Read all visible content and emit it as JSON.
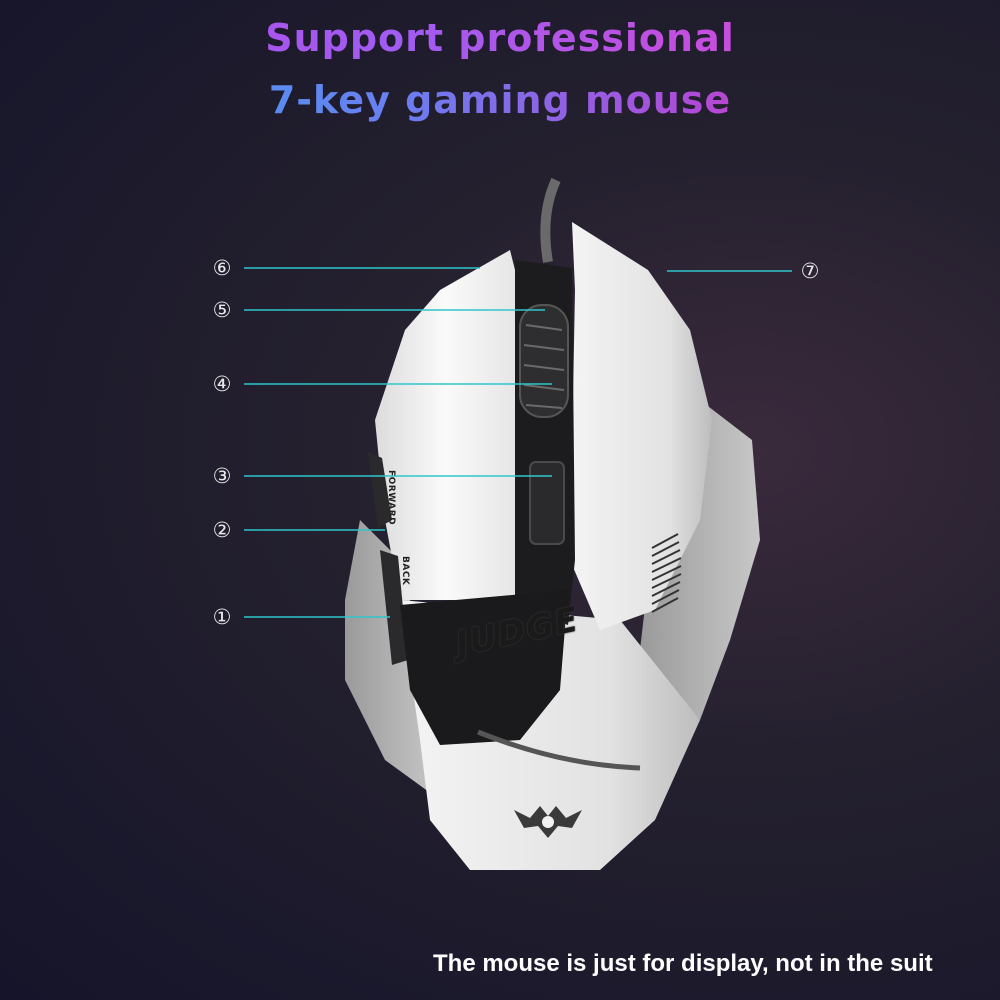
{
  "headline": {
    "line1": "Support professional",
    "line2": "7-key gaming mouse"
  },
  "callouts": [
    "⑥",
    "⑤",
    "④",
    "③",
    "②",
    "①",
    "⑦"
  ],
  "side_buttons": {
    "forward": "FORWARD",
    "back": "BACK"
  },
  "brand": "JUDGE",
  "footer_note": "The mouse is just for display, not in the suit",
  "colors": {
    "callout_line": "#2fc6cc",
    "mouse_shell": "#f2f2f2",
    "mouse_dark": "#1c1c1e"
  }
}
